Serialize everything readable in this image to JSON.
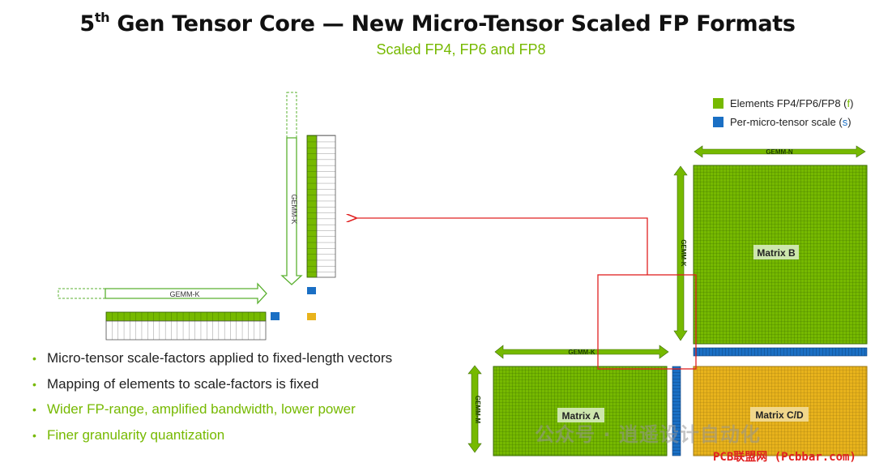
{
  "header": {
    "title_pre": "5",
    "title_sup": "th",
    "title_post": " Gen Tensor Core — New Micro-Tensor Scaled FP Formats",
    "subtitle": "Scaled FP4, FP6 and FP8"
  },
  "legend": {
    "elements_label": "Elements FP4/FP6/FP8 (",
    "elements_mark": "f",
    "scale_label": "Per-micro-tensor scale (",
    "scale_mark": "s",
    "close": ")"
  },
  "diagram": {
    "left_gemm_k_vertical": "GEMM-K",
    "left_gemm_k_horizontal": "GEMM-K",
    "gemm_n": "GEMM-N",
    "gemm_k_right": "GEMM-K",
    "gemm_k_bottom": "GEMM-K",
    "gemm_m": "GEMM-M",
    "matrix_a": "Matrix A",
    "matrix_b": "Matrix B",
    "matrix_cd": "Matrix C/D"
  },
  "bullets": [
    "Micro-tensor scale-factors applied to fixed-length vectors",
    "Mapping of elements to scale-factors is fixed",
    "Wider FP-range, amplified bandwidth, lower power",
    "Finer granularity quantization"
  ],
  "watermark": {
    "text": "公众号 · 逍遥设计自动化",
    "site": "PCB联盟网 (Pcbbar.com)"
  },
  "colors": {
    "element_green": "#76b900",
    "scale_blue": "#1a6fc4",
    "accumulator_gold": "#e8b31c",
    "highlight_red": "#e02020"
  }
}
